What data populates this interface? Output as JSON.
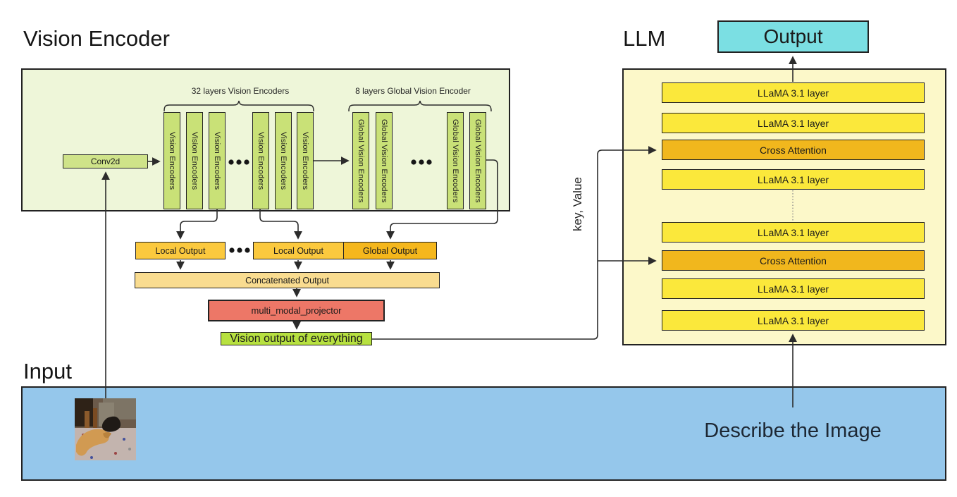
{
  "titles": {
    "vision_encoder": "Vision Encoder",
    "llm": "LLM",
    "input": "Input"
  },
  "vision_encoder": {
    "conv2d_label": "Conv2d",
    "local_group_label": "32 layers Vision Encoders",
    "local_bar_label": "Vision Encoders",
    "local_bars_shown": 6,
    "global_group_label": "8 layers Global Vision Encoder",
    "global_bar_label": "Global Vision Encoders",
    "global_bars_shown": 4
  },
  "outputs": {
    "local_output_1": "Local Output",
    "local_output_2": "Local Output",
    "global_output": "Global Output",
    "concatenated": "Concatenated Output",
    "projector": "multi_modal_projector",
    "vision_output": "Vision output of everything"
  },
  "llm": {
    "output_label": "Output",
    "key_value_label": "key, Value",
    "layers": [
      {
        "label": "LLaMA 3.1 layer",
        "type": "llama"
      },
      {
        "label": "LLaMA 3.1 layer",
        "type": "llama"
      },
      {
        "label": "Cross Attention",
        "type": "cross"
      },
      {
        "label": "LLaMA 3.1 layer",
        "type": "llama"
      },
      {
        "label": "LLaMA 3.1 layer",
        "type": "llama"
      },
      {
        "label": "Cross Attention",
        "type": "cross"
      },
      {
        "label": "LLaMA 3.1 layer",
        "type": "llama"
      },
      {
        "label": "LLaMA 3.1 layer",
        "type": "llama"
      }
    ]
  },
  "input": {
    "prompt_text": "Describe the Image",
    "image_name": "dogs-on-rug-photo"
  },
  "colors": {
    "vision_panel": "#eef6d9",
    "encoder_bar": "#c9e177",
    "local_output": "#fbc93e",
    "global_output": "#f5b71c",
    "concatenated": "#f9dc90",
    "projector": "#ed7767",
    "vision_output": "#b7e140",
    "llm_panel": "#fcf8c9",
    "llama_layer": "#fbe83b",
    "cross_attention": "#f1b71d",
    "output_box": "#7bdfe3",
    "input_box": "#95c7eb"
  }
}
